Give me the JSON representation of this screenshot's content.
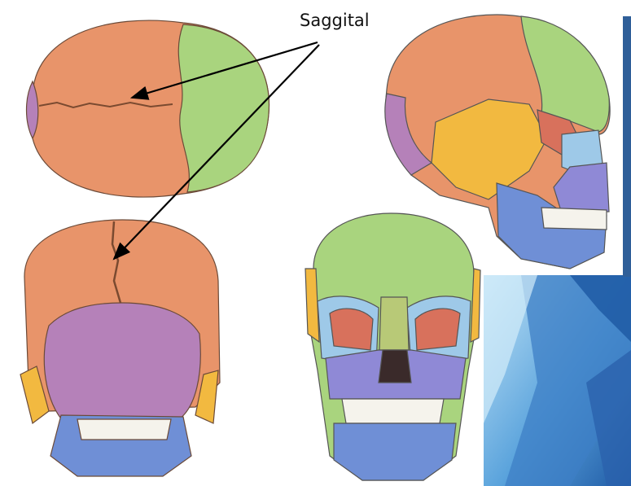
{
  "annotation": {
    "label": "Saggital"
  },
  "colors": {
    "parietal": "#e8946a",
    "frontal": "#a9d47e",
    "occipital": "#b581b9",
    "temporal": "#f2b940",
    "sphenoid": "#d8715c",
    "zygomatic": "#9ec9e8",
    "maxilla": "#8f89d6",
    "mandible": "#6f8fd6",
    "teeth": "#f5f3ec",
    "slide_blue": "#2f67b3",
    "slide_light": "#7fbde8"
  },
  "views": [
    {
      "name": "superior-view"
    },
    {
      "name": "lateral-view"
    },
    {
      "name": "posterior-view"
    },
    {
      "name": "anterior-view"
    }
  ]
}
